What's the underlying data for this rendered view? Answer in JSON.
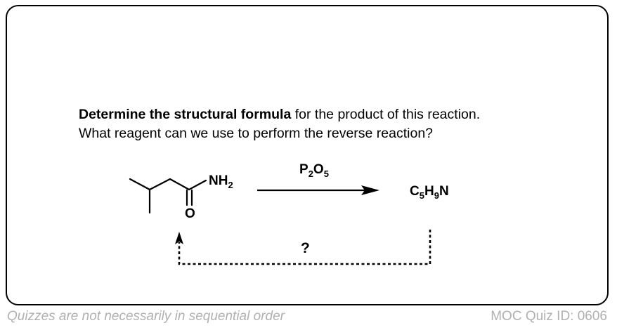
{
  "question": {
    "line1_bold": "Determine the structural formula",
    "line1_rest": " for the product of this reaction.",
    "line2": "What reagent can we use to perform the reverse reaction?"
  },
  "reactant": {
    "amine_label": "NH",
    "amine_sub": "2",
    "oxygen_label": "O"
  },
  "reagent": {
    "p": "P",
    "p_sub": "2",
    "o": "O",
    "o_sub": "5"
  },
  "product": {
    "c": "C",
    "c_sub": "5",
    "h": "H",
    "h_sub": "9",
    "n": "N"
  },
  "reverse": {
    "label": "?"
  },
  "footer": {
    "left": "Quizzes are not necessarily in sequential order",
    "right": "MOC Quiz ID: 0606"
  }
}
